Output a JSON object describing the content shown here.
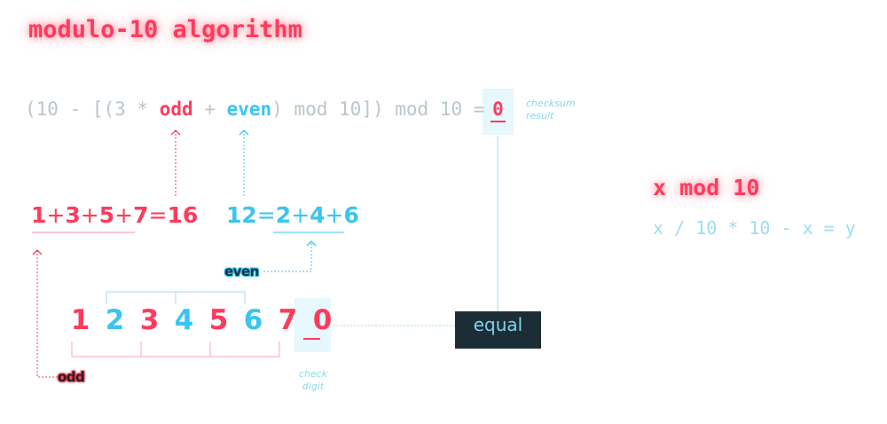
{
  "title": "modulo-10 algorithm",
  "formula": {
    "part1": "(10 - [(3 * ",
    "odd": "odd",
    "part2": " + ",
    "even": "even",
    "part3": ") mod 10]) mod 10 = ",
    "result": "0",
    "note_line1": "checksum",
    "note_line2": "result"
  },
  "odd_sum": {
    "terms": [
      "1",
      "+",
      "3",
      "+",
      "5",
      "+",
      "7",
      "=",
      "16"
    ]
  },
  "even_sum": {
    "terms": [
      "12",
      "=",
      "2",
      "+",
      "4",
      "+",
      "6"
    ]
  },
  "digits": [
    "1",
    "2",
    "3",
    "4",
    "5",
    "6",
    "7",
    "0"
  ],
  "check_digit_label_line1": "check",
  "check_digit_label_line2": "digit",
  "odd_label": "odd",
  "even_label": "even",
  "equal_label": "equal",
  "mod": {
    "title": "x mod 10",
    "formula": "x / 10 * 10 - x = y"
  },
  "colors": {
    "odd": "#ff3b5c",
    "even": "#3bc4f0",
    "muted": "#b8c6cd",
    "box": "#e6f7fd",
    "dark": "#1c2d35"
  }
}
